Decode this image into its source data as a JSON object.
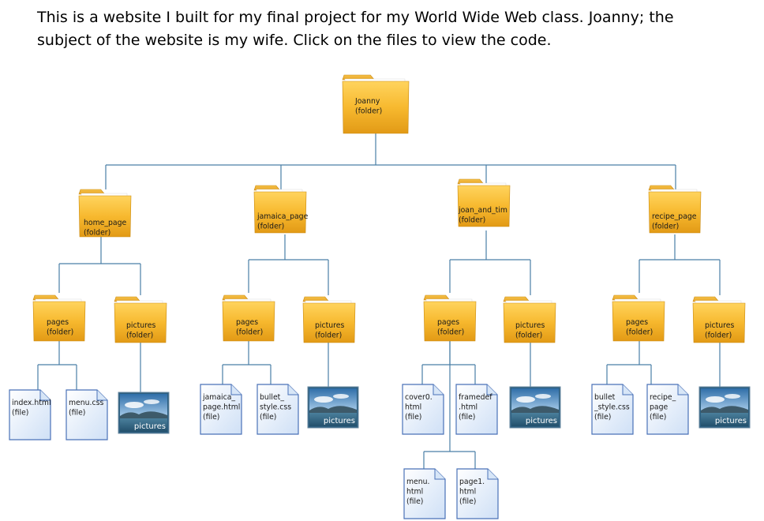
{
  "intro": {
    "line1": "This is a website I built for my final project for my World Wide Web class.  Joanny; the",
    "line2": "subject of the website is my wife.  Click on the files to view the code."
  },
  "colors": {
    "connector": "#4a7fa6",
    "folder": "#f2b731",
    "file_stroke": "#4a72b8"
  },
  "tree": {
    "root": {
      "name": "Joanny",
      "type": "(folder)"
    },
    "folders": [
      {
        "name": "home_page",
        "type": "(folder)",
        "pages": {
          "name": "pages",
          "type": "(folder)"
        },
        "pictures": {
          "name": "pictures",
          "type": "(folder)"
        },
        "files": [
          {
            "lines": [
              "index.html",
              "(file)"
            ]
          },
          {
            "lines": [
              "menu.css",
              "(file)"
            ]
          }
        ],
        "thumb": "pictures"
      },
      {
        "name": "jamaica_page",
        "type": "(folder)",
        "pages": {
          "name": "pages",
          "type": "(folder)"
        },
        "pictures": {
          "name": "pictures",
          "type": "(folder)"
        },
        "files": [
          {
            "lines": [
              "jamaica_",
              "page.html",
              "(file)"
            ]
          },
          {
            "lines": [
              "bullet_",
              "style.css",
              "(file)"
            ]
          }
        ],
        "thumb": "pictures"
      },
      {
        "name": "joan_and_tim",
        "type": "(folder)",
        "pages": {
          "name": "pages",
          "type": "(folder)"
        },
        "pictures": {
          "name": "pictures",
          "type": "(folder)"
        },
        "files": [
          {
            "lines": [
              "cover0.",
              "html",
              "(file)"
            ]
          },
          {
            "lines": [
              "framedef",
              ".html",
              "(file)"
            ]
          },
          {
            "lines": [
              "menu.",
              "html",
              "(file)"
            ]
          },
          {
            "lines": [
              "page1.",
              "html",
              "(file)"
            ]
          }
        ],
        "thumb": "pictures"
      },
      {
        "name": "recipe_page",
        "type": "(folder)",
        "pages": {
          "name": "pages",
          "type": "(folder)"
        },
        "pictures": {
          "name": "pictures",
          "type": "(folder)"
        },
        "files": [
          {
            "lines": [
              "bullet",
              "_style.css",
              "(file)"
            ]
          },
          {
            "lines": [
              "recipe_",
              "page",
              "(file)"
            ]
          }
        ],
        "thumb": "pictures"
      }
    ]
  }
}
